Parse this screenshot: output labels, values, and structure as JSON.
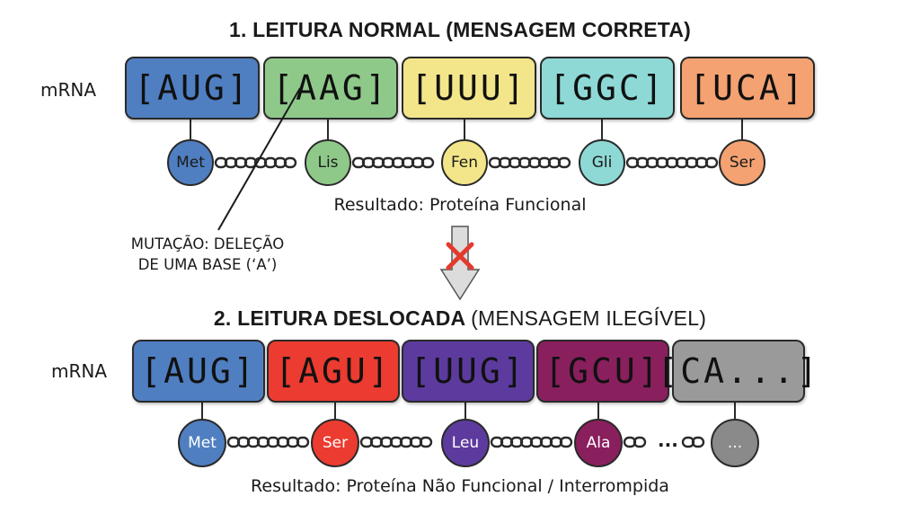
{
  "section1": {
    "title": "1. LEITURA NORMAL",
    "title_paren": "(MENSAGEM CORRETA)",
    "mrna_label": "mRNA",
    "codons": [
      {
        "text": "[AUG]",
        "color": "#4f7fc1"
      },
      {
        "text": "[AAG]",
        "color": "#8fc98a"
      },
      {
        "text": "[UUU]",
        "color": "#f3e68a"
      },
      {
        "text": "[GGC]",
        "color": "#8ed9d6"
      },
      {
        "text": "[UCA]",
        "color": "#f4a271"
      }
    ],
    "amino_acids": [
      {
        "text": "Met",
        "color": "#4f7fc1"
      },
      {
        "text": "Lis",
        "color": "#8fc98a"
      },
      {
        "text": "Fen",
        "color": "#f3e68a"
      },
      {
        "text": "Gli",
        "color": "#8ed9d6"
      },
      {
        "text": "Ser",
        "color": "#f4a271"
      }
    ],
    "result": "Resultado: Proteína Funcional"
  },
  "mutation": {
    "line1": "MUTAÇÃO: DELEÇÃO",
    "line2": "DE UMA BASE (‘A’)"
  },
  "section2": {
    "title": "2. LEITURA DESLOCADA",
    "title_paren": "(MENSAGEM ILEGÍVEL)",
    "mrna_label": "mRNA",
    "codons": [
      {
        "text": "[AUG]",
        "color": "#4f7fc1"
      },
      {
        "text": "[AGU]",
        "color": "#ec3b30"
      },
      {
        "text": "[UUG]",
        "color": "#5d3b9e"
      },
      {
        "text": "[GCU]",
        "color": "#8a1f5e"
      },
      {
        "text": "[CA...]",
        "color": "#9a9a9a"
      }
    ],
    "amino_acids": [
      {
        "text": "Met",
        "color": "#4f7fc1"
      },
      {
        "text": "Ser",
        "color": "#ec3b30"
      },
      {
        "text": "Leu",
        "color": "#5d3b9e"
      },
      {
        "text": "Ala",
        "color": "#8a1f5e"
      },
      {
        "text": "...",
        "color": "#8a8a8a"
      }
    ],
    "chain_gap": "...",
    "result": "Resultado: Proteína Não Funcional / Interrompida"
  },
  "colors": {
    "arrow_fill": "#dcdcdc",
    "cross": "#e23b2e"
  }
}
